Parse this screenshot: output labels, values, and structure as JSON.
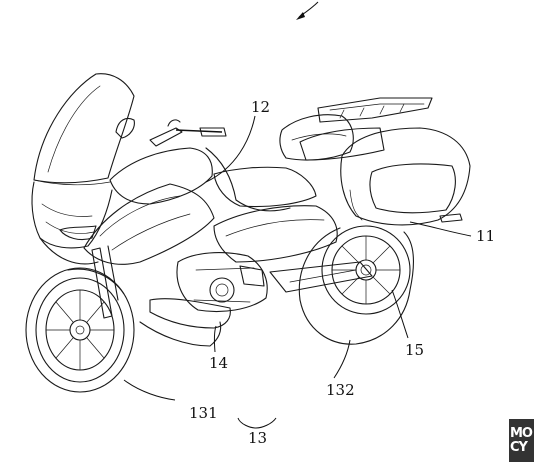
{
  "labels": {
    "l11": "11",
    "l12": "12",
    "l13": "13",
    "l14": "14",
    "l15": "15",
    "l131": "131",
    "l132": "132"
  },
  "watermark": {
    "text_top": "MO",
    "text_bottom": "CY"
  }
}
